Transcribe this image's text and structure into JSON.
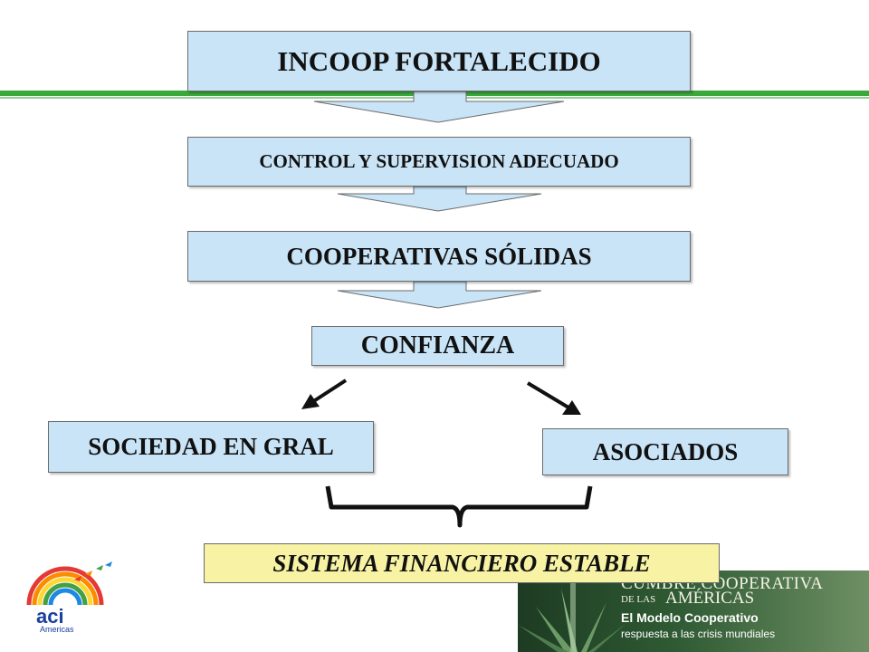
{
  "diagram": {
    "top": "INCOOP FORTALECIDO",
    "control": "CONTROL Y SUPERVISION ADECUADO",
    "cooperativas": "COOPERATIVAS SÓLIDAS",
    "confianza": "CONFIANZA",
    "sociedad": "SOCIEDAD EN GRAL",
    "asociados": "ASOCIADOS",
    "sistema": "SISTEMA FINANCIERO ESTABLE"
  },
  "footer": {
    "logo_text": "aci",
    "logo_sub": "Americas",
    "cumbre": "CUMBRE COOPERATIVA",
    "de_las": "DE LAS",
    "americas": "AMÉRICAS",
    "modelo": "El Modelo Cooperativo",
    "respuesta": "respuesta a las crisis mundiales"
  },
  "colors": {
    "box_fill": "#c9e4f7",
    "result_fill": "#f8f3a4",
    "stripe": "#3aa83a",
    "arrow_fill": "#c9e4f7"
  }
}
